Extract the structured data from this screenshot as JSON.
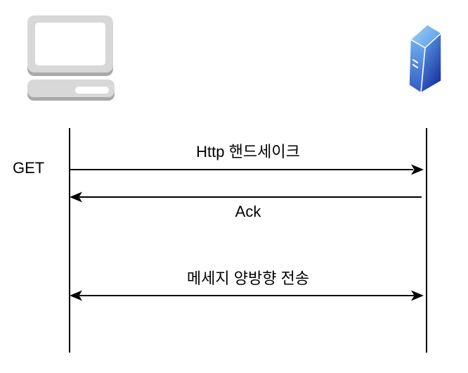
{
  "diagram": {
    "get_label": "GET",
    "messages": [
      {
        "label": "Http 핸드세이크",
        "direction": "right"
      },
      {
        "label": "Ack",
        "direction": "left"
      },
      {
        "label": "메세지 양방향 전송",
        "direction": "both"
      }
    ]
  },
  "icons": {
    "client": "computer-icon",
    "server": "server-icon"
  },
  "colors": {
    "line": "#000000",
    "computer_body": "#d8d8d8",
    "computer_shadow": "#a9a9a9",
    "computer_screen": "#ffffff",
    "server_top_light": "#a7d3f6",
    "server_top_dark": "#5b9fe8",
    "server_left_light": "#6fb0ec",
    "server_left_dark": "#3158c6",
    "server_right_light": "#5d9fe9",
    "server_right_dark": "#132a9c"
  }
}
